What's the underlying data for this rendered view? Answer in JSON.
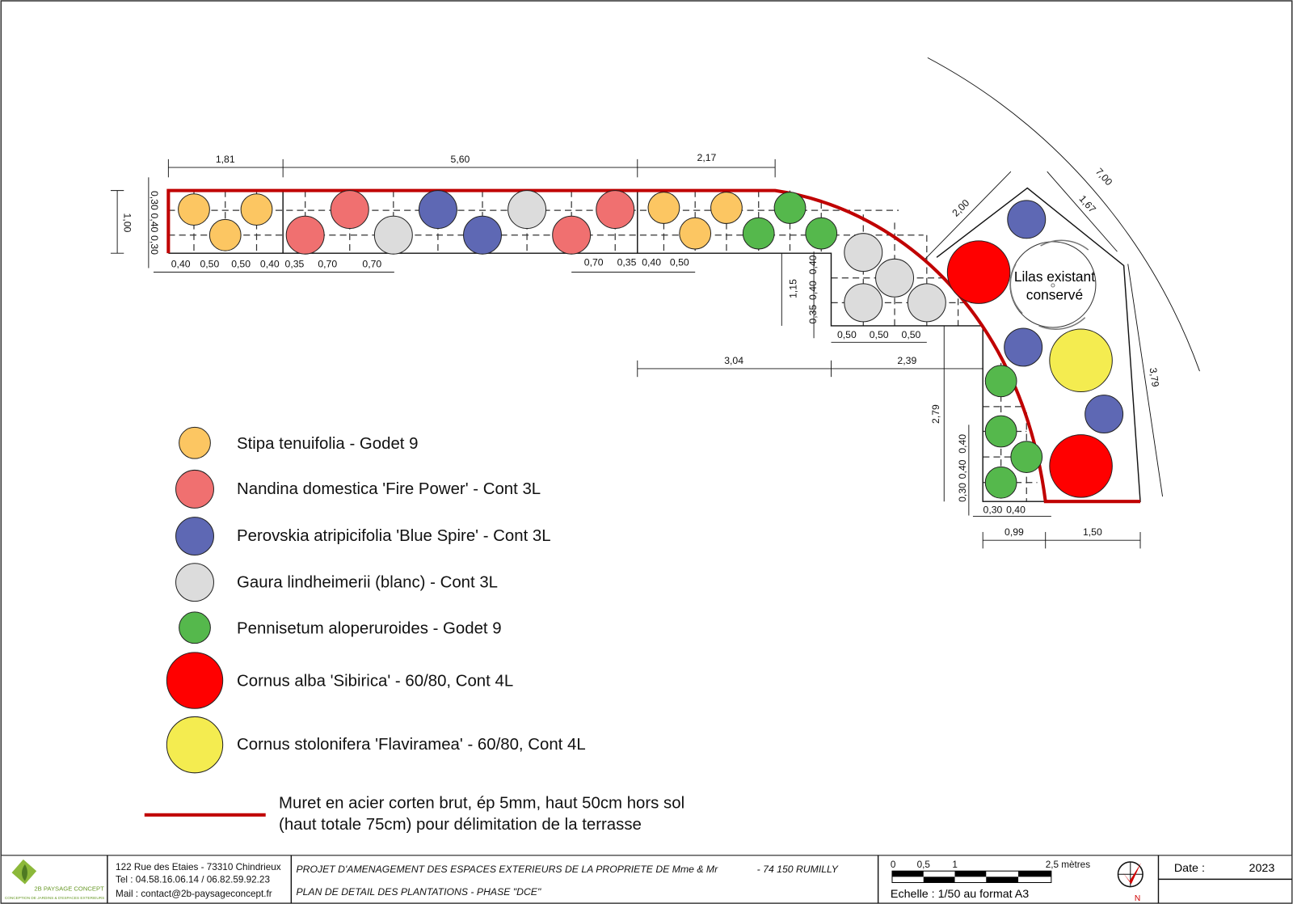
{
  "plan": {
    "dimensions_top": [
      "1,81",
      "5,60",
      "2,17"
    ],
    "dimensions_left": [
      "1,00",
      "0,30",
      "0,40",
      "0,30"
    ],
    "dimensions_bottom_strip": [
      "0,40",
      "0,50",
      "0,50",
      "0,40",
      "0,35",
      "0,70",
      "0,70",
      "0,70",
      "0,35",
      "0,40",
      "0,50"
    ],
    "dimensions_mid": [
      "1,15",
      "0,40",
      "0,40",
      "0,35",
      "0,50",
      "0,50",
      "0,50",
      "3,04",
      "2,39"
    ],
    "dimensions_corner": [
      "2,79",
      "0,40",
      "0,40",
      "0,30",
      "0,30",
      "0,40",
      "0,99",
      "1,50"
    ],
    "dimensions_pentagon": [
      "2,00",
      "1,67",
      "7,00",
      "3,79"
    ],
    "existing_tree_label_1": "Lilas existant",
    "existing_tree_label_2": "conservé"
  },
  "legend": {
    "items": [
      {
        "label": "Stipa tenuifolia - Godet 9",
        "color": "#fcc662"
      },
      {
        "label": "Nandina domestica 'Fire Power' - Cont 3L",
        "color": "#f07070"
      },
      {
        "label": "Perovskia atripicifolia 'Blue Spire' - Cont 3L",
        "color": "#5e68b4"
      },
      {
        "label": "Gaura lindheimerii (blanc) - Cont 3L",
        "color": "#dcdcdc"
      },
      {
        "label": "Pennisetum aloperuroides - Godet 9",
        "color": "#55b84c"
      },
      {
        "label": "Cornus alba 'Sibirica' - 60/80, Cont 4L",
        "color": "#ff0000"
      },
      {
        "label": "Cornus stolonifera 'Flaviramea' - 60/80, Cont 4L",
        "color": "#f4ec50"
      }
    ],
    "wall_label_1": "Muret en acier corten brut, ép 5mm, haut 50cm hors sol",
    "wall_label_2": "(haut totale 75cm) pour délimitation de la terrasse",
    "wall_color": "#c00000"
  },
  "title_block": {
    "company": "2B PAYSAGE CONCEPT",
    "company_tagline": "CONCEPTION DE JARDINS & D'ESPACES EXTERIEURS",
    "address": "122 Rue des Etaies - 73310 Chindrieux",
    "phone": "Tel : 04.58.16.06.14 / 06.82.59.92.23",
    "mail": "Mail : contact@2b-paysageconcept.fr",
    "project": "PROJET D'AMENAGEMENT DES ESPACES EXTERIEURS DE LA PROPRIETE DE Mme & Mr",
    "location": "- 74 150 RUMILLY",
    "plan_title": "PLAN DE DETAIL DES PLANTATIONS - PHASE \"DCE\"",
    "scale_ticks": [
      "0",
      "0,5",
      "1",
      "2,5 mètres"
    ],
    "scale_text": "Echelle : 1/50 au format A3",
    "north": "N",
    "date_label": "Date :",
    "date_value": "2023"
  }
}
